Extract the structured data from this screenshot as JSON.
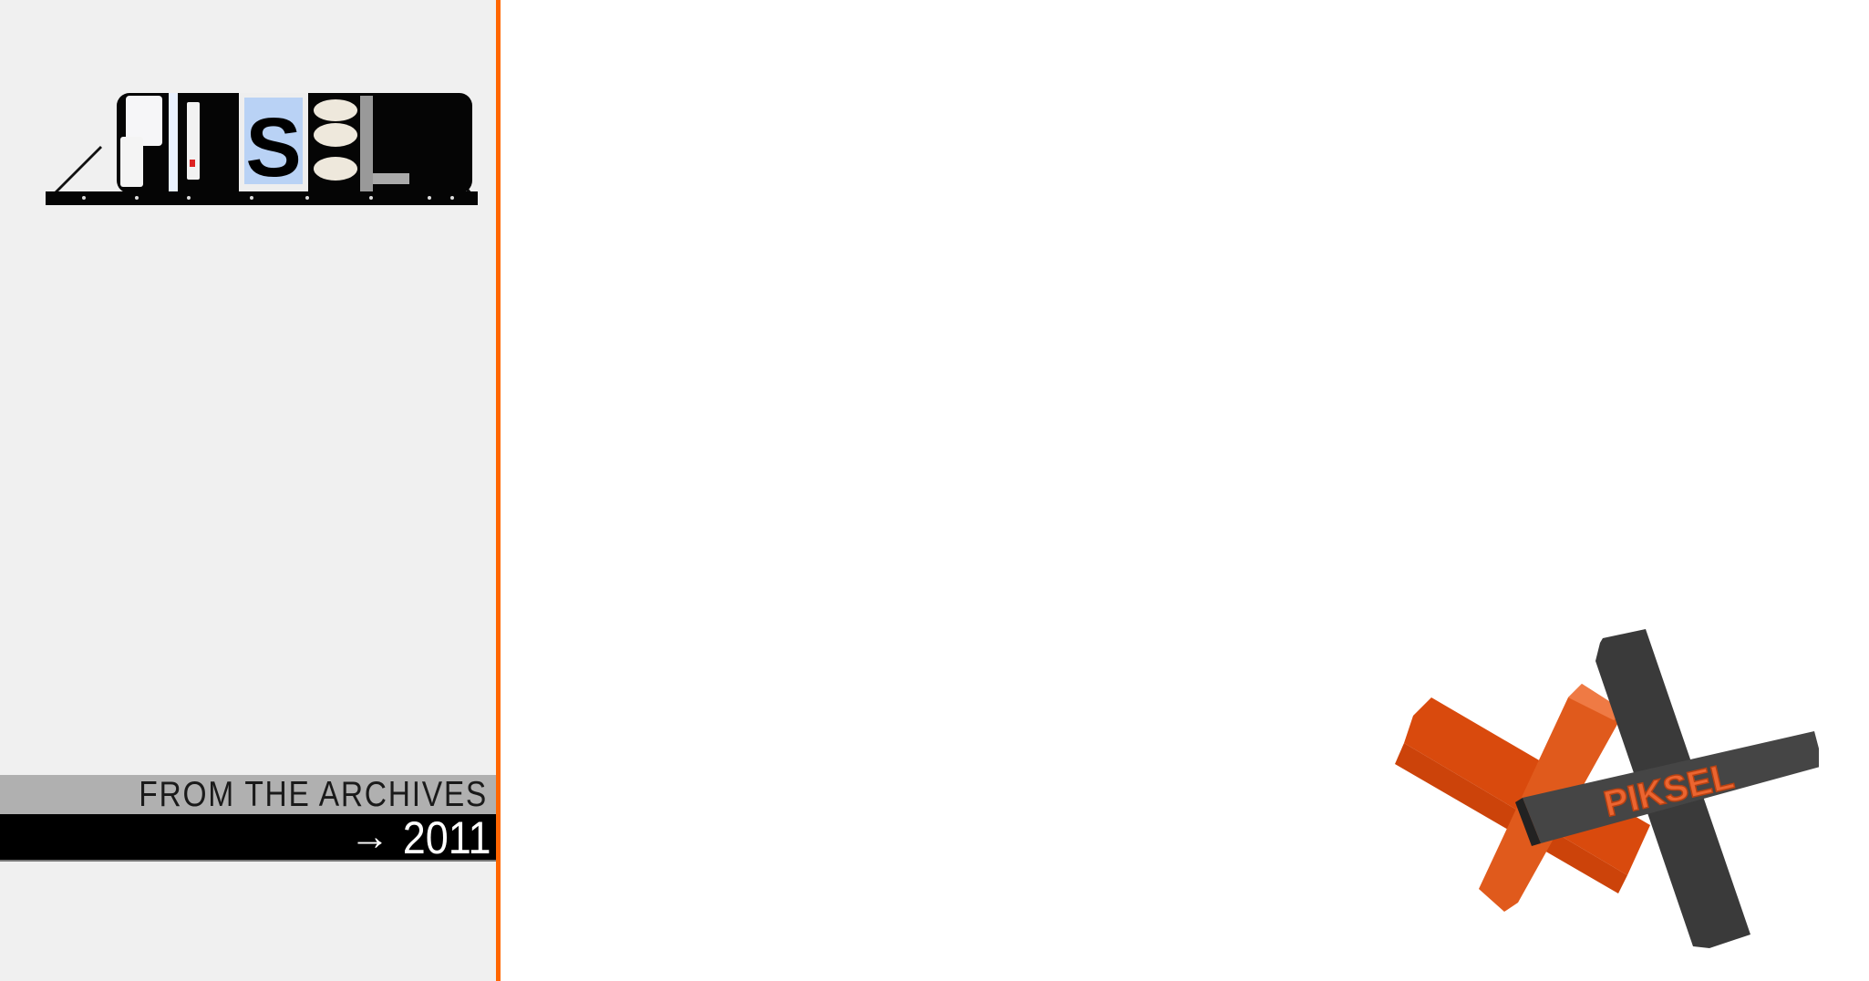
{
  "theme": {
    "accent": "#ff6600",
    "sidebar_bg": "#f0f0f0"
  },
  "sidebar": {
    "hero_image": {
      "icon": "piksel-installation-photo",
      "letter": "S"
    },
    "archive_banner": {
      "label": "FROM THE ARCHIVES",
      "arrow_icon": "arrow-right-icon",
      "arrow_glyph": "→",
      "year": "2011"
    }
  },
  "logo": {
    "text": "PIKSEL",
    "icon": "piksel-logo"
  }
}
